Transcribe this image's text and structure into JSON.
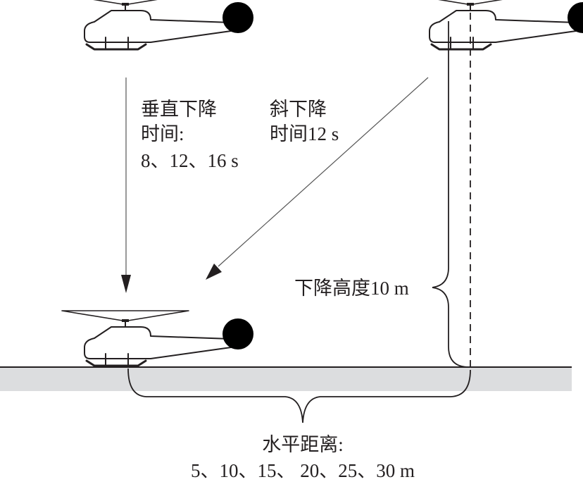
{
  "diagram": {
    "title": "Helicopter descent test scenarios",
    "labels": {
      "vertical_descent_title": "垂直下降",
      "vertical_descent_time_label": "时间:",
      "vertical_descent_times": "8、12、16 s",
      "oblique_descent_title": "斜下降",
      "oblique_descent_time": "时间12 s",
      "descent_height": "下降高度10 m",
      "horizontal_distance_label": "水平距离:",
      "horizontal_distances": "5、10、15、 20、25、30 m"
    },
    "values": {
      "vertical_descent_times_s": [
        8,
        12,
        16
      ],
      "oblique_descent_time_s": 12,
      "descent_height_m": 10,
      "horizontal_distances_m": [
        5,
        10,
        15,
        20,
        25,
        30
      ]
    },
    "helicopters": [
      {
        "name": "start-vertical",
        "position": "top-left"
      },
      {
        "name": "start-oblique",
        "position": "top-right"
      },
      {
        "name": "landed",
        "position": "ground-left"
      }
    ],
    "colors": {
      "line": "#231f20",
      "ground": "#dcdddf",
      "background": "#ffffff"
    }
  }
}
